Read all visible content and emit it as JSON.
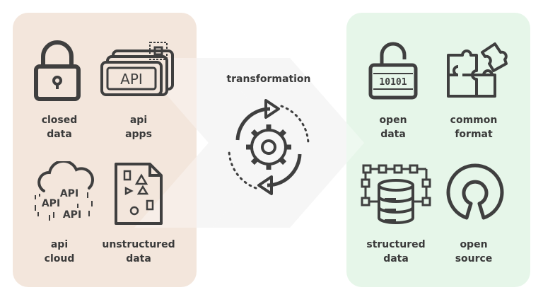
{
  "colors": {
    "left_panel": "#f3e6dc",
    "right_panel": "#e6f6e9",
    "icon_stroke": "#3f3f3f",
    "chevron": "#f1f1f1"
  },
  "center": {
    "title": "transformation",
    "icon": "cycle-gear-icon"
  },
  "left": {
    "items": [
      {
        "icon": "padlock-closed-icon",
        "line1": "closed",
        "line2": "data"
      },
      {
        "icon": "api-apps-icon",
        "line1": "api",
        "line2": "apps",
        "glyph": "API"
      },
      {
        "icon": "api-cloud-icon",
        "line1": "api",
        "line2": "cloud",
        "glyph": "API"
      },
      {
        "icon": "unstructured-document-icon",
        "line1": "unstructured",
        "line2": "data"
      }
    ]
  },
  "right": {
    "items": [
      {
        "icon": "padlock-open-binary-icon",
        "line1": "open",
        "line2": "data",
        "glyph": "10101"
      },
      {
        "icon": "puzzle-icon",
        "line1": "common",
        "line2": "format"
      },
      {
        "icon": "database-network-icon",
        "line1": "structured",
        "line2": "data"
      },
      {
        "icon": "open-source-icon",
        "line1": "open",
        "line2": "source"
      }
    ]
  }
}
